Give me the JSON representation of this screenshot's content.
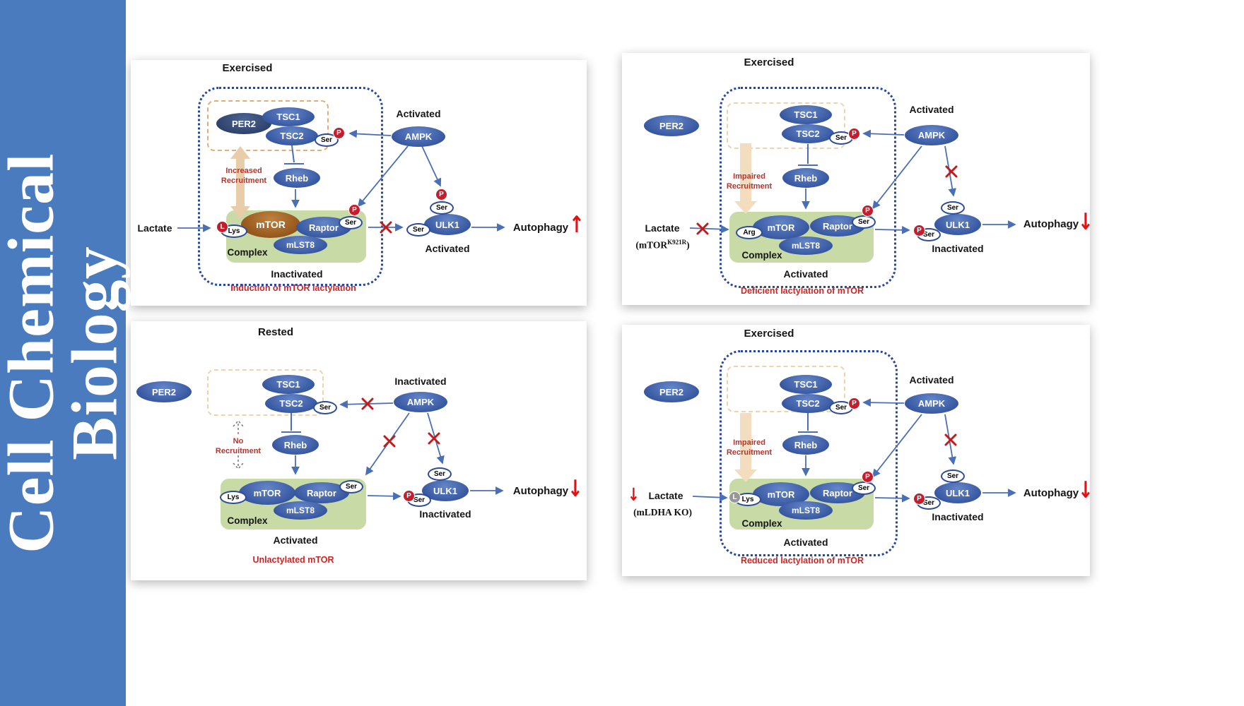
{
  "sidebar": {
    "line1": "Cell Chemical",
    "line2": "Biology"
  },
  "colors": {
    "sidebar_blue": "#4a7bbe",
    "protein_blue": "#35569f",
    "mtor_brown": "#8f5317",
    "complex_green": "#c8daa6",
    "phospho_red": "#c41e2e",
    "caption_red": "#cc2525",
    "arrow_blue": "#4a6fb5"
  },
  "panels": [
    {
      "title": "Exercised",
      "per2": "PER2",
      "tsc1": "TSC1",
      "tsc2": "TSC2",
      "ampk": "AMPK",
      "rheb": "Rheb",
      "mtor": "mTOR",
      "raptor": "Raptor",
      "mlst8": "mLST8",
      "ulk1": "ULK1",
      "ampk_state": "Activated",
      "tsc2_site": "Ser",
      "tsc2_p": "P",
      "recruit_line1": "Increased",
      "recruit_line2": "Recruitment",
      "lactate": "Lactate",
      "lactyl_badge": "L",
      "lys_site": "Lys",
      "raptor_site": "Ser",
      "raptor_p": "P",
      "complex_label": "Complex",
      "complex_state": "Inactivated",
      "ulk1_top_site": "Ser",
      "ulk1_top_p": "P",
      "ulk1_side_site": "Ser",
      "ulk1_state": "Activated",
      "autophagy": "Autophagy",
      "autophagy_arrow": "↑",
      "caption": "Induction of mTOR lactylation"
    },
    {
      "title": "Exercised",
      "per2": "PER2",
      "tsc1": "TSC1",
      "tsc2": "TSC2",
      "ampk": "AMPK",
      "rheb": "Rheb",
      "mtor": "mTOR",
      "raptor": "Raptor",
      "mlst8": "mLST8",
      "ulk1": "ULK1",
      "ampk_state": "Activated",
      "tsc2_site": "Ser",
      "tsc2_p": "P",
      "recruit_line1": "Impaired",
      "recruit_line2": "Recruitment",
      "lactate": "Lactate",
      "lactate_note_pre": "(mTOR",
      "lactate_note_sup": "K921R",
      "lactate_note_post": ")",
      "arg_site": "Arg",
      "raptor_site": "Ser",
      "raptor_p": "P",
      "complex_label": "Complex",
      "complex_state": "Activated",
      "ulk1_top_site": "Ser",
      "ulk1_side_p": "P",
      "ulk1_side_site": "Ser",
      "ulk1_state": "Inactivated",
      "autophagy": "Autophagy",
      "autophagy_arrow": "↓",
      "caption": "Deficient lactylation of mTOR"
    },
    {
      "title": "Rested",
      "per2": "PER2",
      "tsc1": "TSC1",
      "tsc2": "TSC2",
      "ampk": "AMPK",
      "rheb": "Rheb",
      "mtor": "mTOR",
      "raptor": "Raptor",
      "mlst8": "mLST8",
      "ulk1": "ULK1",
      "ampk_state": "Inactivated",
      "tsc2_site": "Ser",
      "recruit_line1": "No",
      "recruit_line2": "Recruitment",
      "lys_site": "Lys",
      "raptor_site": "Ser",
      "complex_label": "Complex",
      "complex_state": "Activated",
      "ulk1_top_site": "Ser",
      "ulk1_side_p": "P",
      "ulk1_side_site": "Ser",
      "ulk1_state": "Inactivated",
      "autophagy": "Autophagy",
      "autophagy_arrow": "↓",
      "caption": "Unlactylated mTOR"
    },
    {
      "title": "Exercised",
      "per2": "PER2",
      "tsc1": "TSC1",
      "tsc2": "TSC2",
      "ampk": "AMPK",
      "rheb": "Rheb",
      "mtor": "mTOR",
      "raptor": "Raptor",
      "mlst8": "mLST8",
      "ulk1": "ULK1",
      "ampk_state": "Activated",
      "tsc2_site": "Ser",
      "tsc2_p": "P",
      "recruit_line1": "Impaired",
      "recruit_line2": "Recruitment",
      "lactate": "Lactate",
      "lactate_dir": "↓",
      "lactate_note": "(mLDHA KO)",
      "lactyl_badge": "L",
      "lys_site": "Lys",
      "raptor_site": "Ser",
      "raptor_p": "P",
      "complex_label": "Complex",
      "complex_state": "Activated",
      "ulk1_top_site": "Ser",
      "ulk1_side_p": "P",
      "ulk1_side_site": "Ser",
      "ulk1_state": "Inactivated",
      "autophagy": "Autophagy",
      "autophagy_arrow": "↓",
      "caption": "Reduced lactylation of mTOR"
    }
  ]
}
